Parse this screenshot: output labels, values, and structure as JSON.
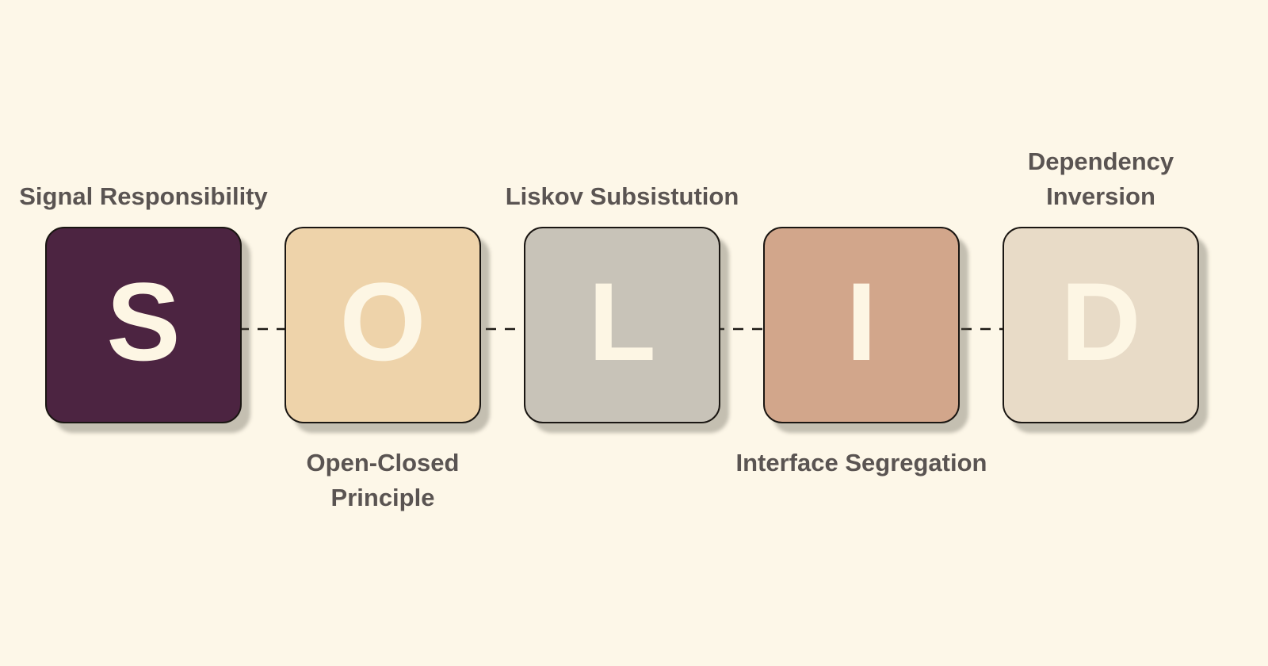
{
  "title": "SOLID principles diagram",
  "background_color": "#fdf7e8",
  "text_color": "#5a5452",
  "letter_color": "#fdf6e4",
  "connector": {
    "style": "dashed",
    "color": "#1c1914"
  },
  "tiles": [
    {
      "letter": "S",
      "label": "Signal Responsibility",
      "label_position": "above",
      "color": "#4c2441"
    },
    {
      "letter": "O",
      "label": "Open-Closed Principle",
      "label_position": "below",
      "color": "#eed3aa"
    },
    {
      "letter": "L",
      "label": "Liskov Subsistution",
      "label_position": "above",
      "color": "#c8c3b8"
    },
    {
      "letter": "I",
      "label": "Interface Segregation",
      "label_position": "below",
      "color": "#d2a68b"
    },
    {
      "letter": "D",
      "label": "Dependency Inversion",
      "label_position": "above",
      "color": "#e8dbc7"
    }
  ]
}
